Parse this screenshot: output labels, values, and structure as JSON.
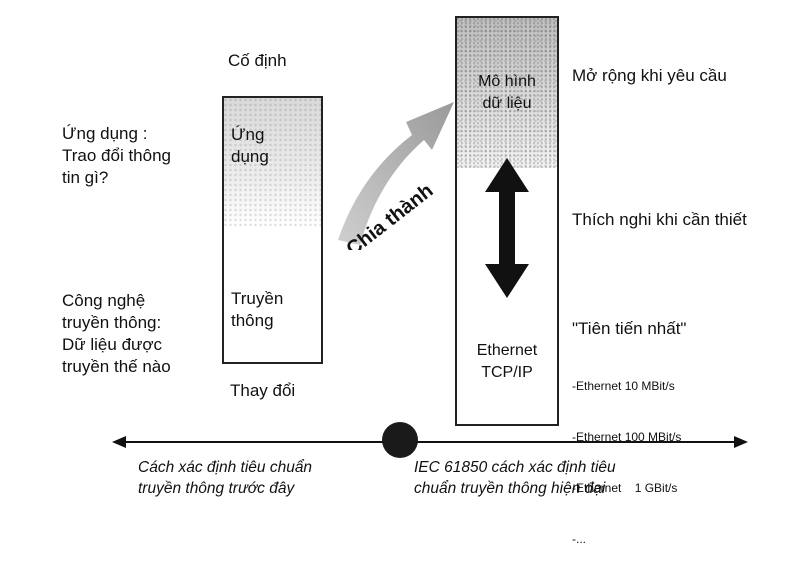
{
  "left": {
    "top_label": "Cố định",
    "bottom_label": "Thay đổi",
    "box_top": [
      "Ứng",
      "dụng"
    ],
    "box_bottom": [
      "Truyền",
      "thông"
    ],
    "side_top": [
      "Ứng dụng :",
      "Trao đổi thông",
      "tin gì?"
    ],
    "side_bottom": [
      "Công nghệ",
      "truyền thông:",
      "Dữ liệu được",
      "truyền thế nào"
    ]
  },
  "middle": {
    "arrow_label": "Chia thành"
  },
  "right": {
    "box_top": [
      "Mô hình",
      "dữ liệu"
    ],
    "box_bottom": [
      "Ethernet",
      "TCP/IP"
    ],
    "side_top": "Mở rộng khi yêu cầu",
    "side_mid": "Thích nghi khi cần thiết",
    "side_list_title": "\"Tiên tiến nhất\"",
    "side_list": [
      "-Ethernet 10 MBit/s",
      "-Ethernet 100 MBit/s",
      "-Ethernet    1 GBit/s",
      "-..."
    ]
  },
  "bottom": {
    "left_caption": [
      "Cách xác định tiêu chuẩn",
      "truyền thông trước đây"
    ],
    "right_caption": [
      "IEC 61850 cách xác định tiêu",
      "chuẩn truyền thông hiện đại"
    ]
  }
}
